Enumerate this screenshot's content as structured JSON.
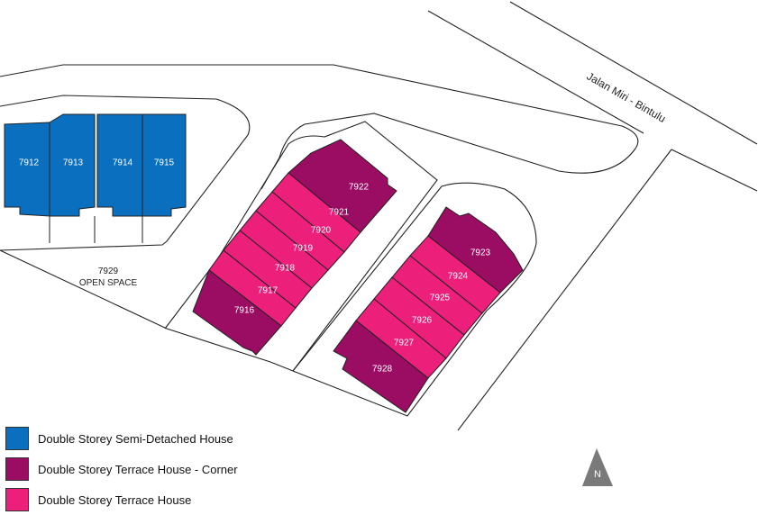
{
  "colors": {
    "semi_detached": "#0b6fbf",
    "terrace_corner": "#9b0c63",
    "terrace": "#ec1f7b",
    "compass": "#7a7a7a"
  },
  "street": {
    "name": "Jalan Miri - Bintulu"
  },
  "open_space": {
    "lot": "7929",
    "label": "OPEN SPACE"
  },
  "lots": {
    "l7912": "7912",
    "l7913": "7913",
    "l7914": "7914",
    "l7915": "7915",
    "l7916": "7916",
    "l7917": "7917",
    "l7918": "7918",
    "l7919": "7919",
    "l7920": "7920",
    "l7921": "7921",
    "l7922": "7922",
    "l7923": "7923",
    "l7924": "7924",
    "l7925": "7925",
    "l7926": "7926",
    "l7927": "7927",
    "l7928": "7928"
  },
  "legend": [
    {
      "label": "Double Storey Semi-Detached House",
      "color": "#0b6fbf"
    },
    {
      "label": "Double Storey Terrace House - Corner",
      "color": "#9b0c63"
    },
    {
      "label": "Double Storey Terrace House",
      "color": "#ec1f7b"
    }
  ],
  "compass": {
    "label": "N"
  }
}
